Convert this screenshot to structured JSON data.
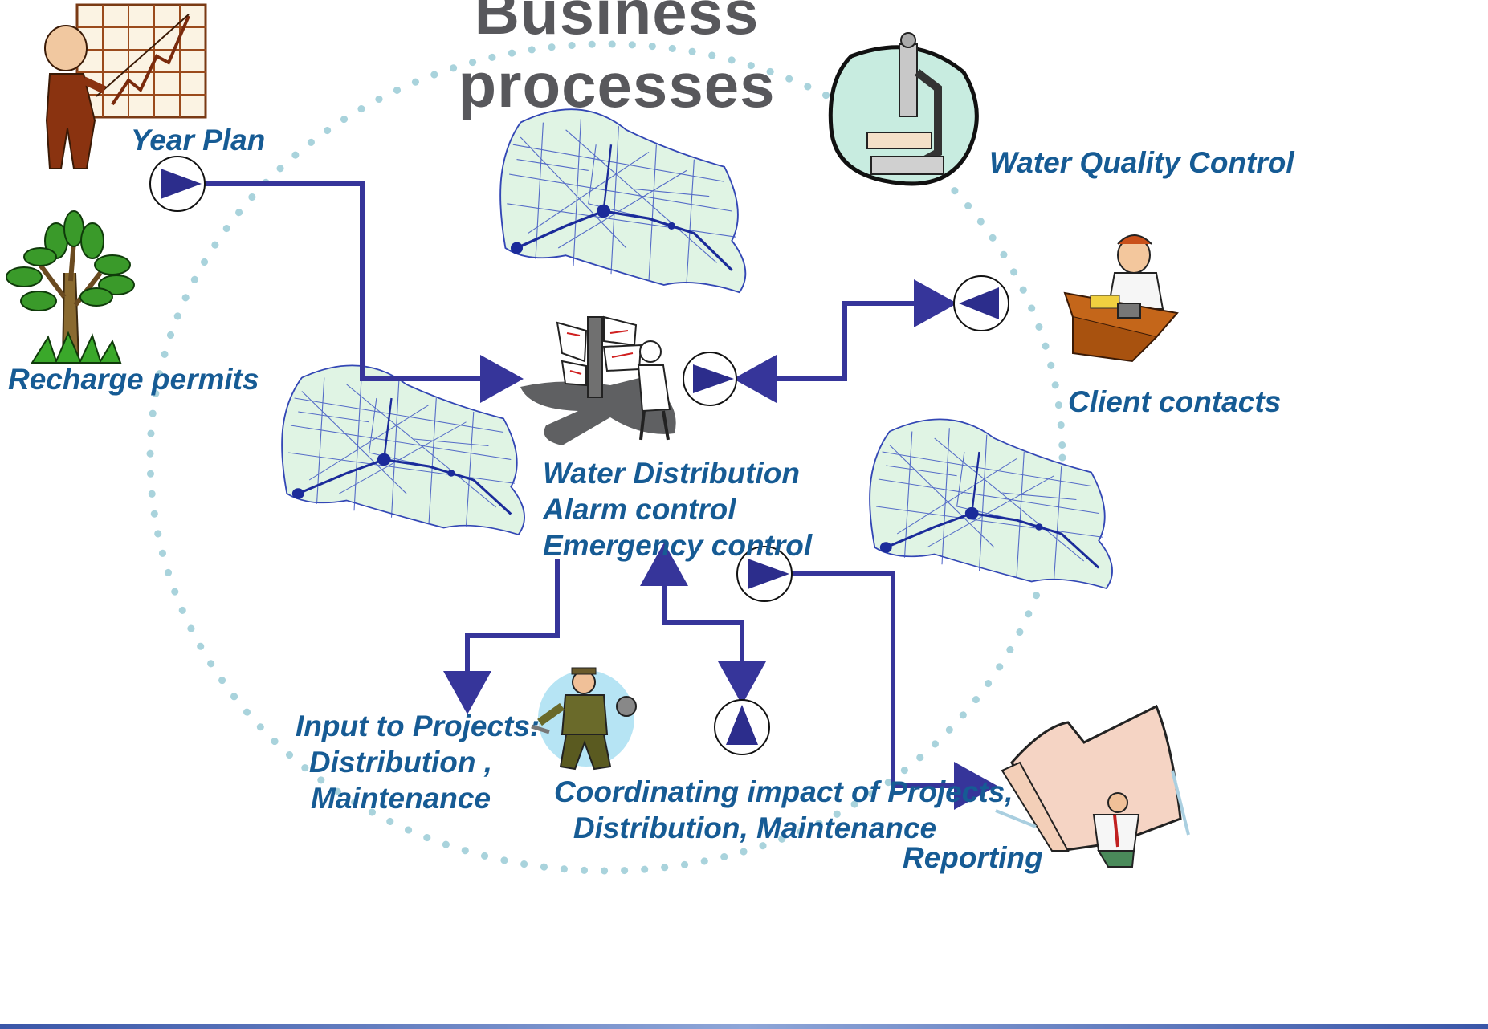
{
  "title": "Business processes",
  "labels": {
    "year_plan": "Year Plan",
    "recharge_permits": "Recharge permits",
    "water_quality_control": "Water Quality Control",
    "client_contacts": "Client contacts",
    "center_line1": "Water Distribution",
    "center_line2": "Alarm control",
    "center_line3": "Emergency control",
    "projects_line1": "Input to Projects:",
    "projects_line2": "Distribution ,",
    "projects_line3": "Maintenance",
    "coord_line1": "Coordinating impact of  Projects,",
    "coord_line2": "Distribution, Maintenance",
    "reporting": "Reporting"
  },
  "colors": {
    "title": "#58585c",
    "label": "#165b94",
    "flow_line": "#36359a",
    "dotted_circle": "#a9d3dc",
    "map_fill": "#e0f4e4",
    "map_line": "#2b3fb0"
  },
  "icons": {
    "presenter": "presenter-chart-icon",
    "tree": "tree-icon",
    "microscope": "microscope-icon",
    "phone_person": "person-on-phone-icon",
    "signpost": "signpost-person-icon",
    "worker": "worker-with-tools-icon",
    "folder_stress": "stressed-person-under-folder-icon",
    "play_right": "play-right-icon",
    "play_left": "play-left-icon",
    "play_up": "play-up-icon"
  }
}
